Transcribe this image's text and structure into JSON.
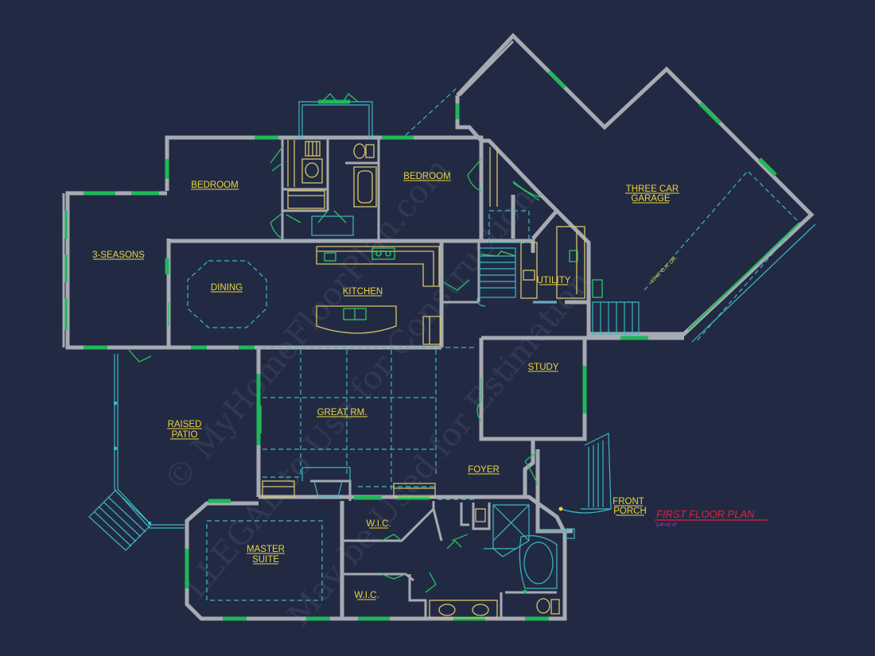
{
  "rooms": {
    "bedroom_left": "BEDROOM",
    "bedroom_right": "BEDROOM",
    "three_seasons": "3-SEASONS",
    "dining": "DINING",
    "kitchen": "KITCHEN",
    "utility": "UTILITY",
    "garage_line1": "THREE CAR",
    "garage_line2": "GARAGE",
    "study": "STUDY",
    "raised_patio_line1": "RAISED",
    "raised_patio_line2": "PATIO",
    "great_room": "GREAT RM.",
    "foyer": "FOYER",
    "front_porch_line1": "FRONT",
    "front_porch_line2": "PORCH",
    "master_line1": "MASTER",
    "master_line2": "SUITE",
    "wic_upper": "W.I.C.",
    "wic_lower": "W.I.C."
  },
  "garage_door_note": "16'x8' O.H. DR.",
  "plan_title": "FIRST FLOOR PLAN",
  "plan_scale": "1/4\"=1'-0\"",
  "watermark": {
    "line1": "© MyHomeFloorPlan.com",
    "line2": "LLEGAL to Use for Construction",
    "line3": "May be Used for Estimation"
  },
  "colors": {
    "background": "#222a43",
    "walls": "#a6aab2",
    "windows": "#1fb85a",
    "labels": "#ecd43c",
    "title": "#e0223a"
  }
}
